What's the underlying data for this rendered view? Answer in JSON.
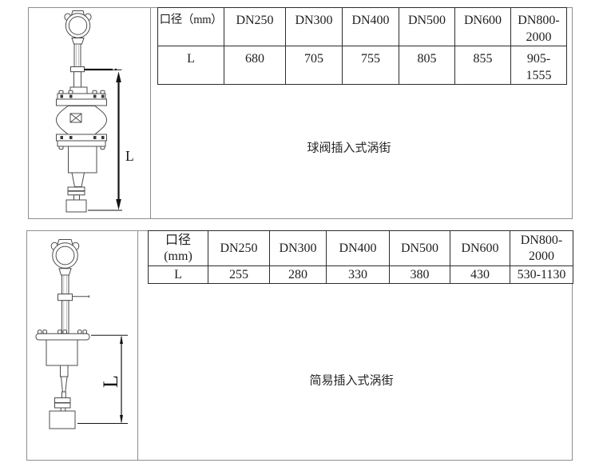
{
  "colors": {
    "panel_border": "#8e8e8e",
    "table_border": "#2c2c2c",
    "text": "#1e1e1e",
    "drawing_line": "#4c4c4c",
    "dimension_line": "#151515"
  },
  "sections": [
    {
      "name": "ball-valve-insertion",
      "caption": "球阀插入式涡街",
      "dim_label": "L",
      "table": {
        "header": [
          "口径（mm）",
          "DN250",
          "DN300",
          "DN400",
          "DN500",
          "DN600",
          "DN800-\n2000"
        ],
        "rows": [
          {
            "label": "L",
            "values": [
              "680",
              "705",
              "755",
              "805",
              "855",
              "905-\n1555"
            ]
          }
        ]
      }
    },
    {
      "name": "simple-insertion",
      "caption": "简易插入式涡街",
      "dim_label": "L",
      "table": {
        "header": [
          "口径\n(mm)",
          "DN250",
          "DN300",
          "DN400",
          "DN500",
          "DN600",
          "DN800-\n2000"
        ],
        "rows": [
          {
            "label": "L",
            "values": [
              "255",
              "280",
              "330",
              "380",
              "430",
              "530-1130"
            ]
          }
        ]
      }
    }
  ]
}
